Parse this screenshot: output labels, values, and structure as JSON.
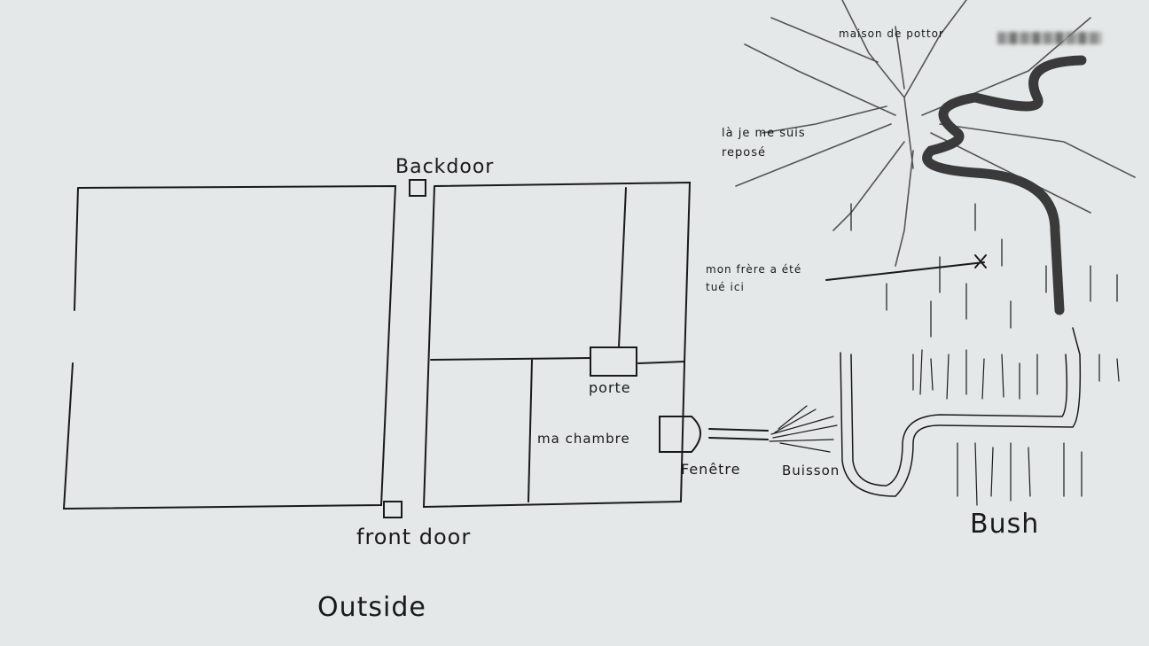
{
  "labels": {
    "backdoor": "Backdoor",
    "front_door": "front door",
    "outside": "Outside",
    "porte": "porte",
    "ma_chambre": "ma chambre",
    "fenetre": "Fenêtre",
    "buisson": "Buisson",
    "bush": "Bush",
    "maison": "maison de pottor",
    "repose": "là je me suis reposé",
    "frere": "mon frère a été tué ici"
  },
  "colors": {
    "ink": "#1a1a1a",
    "paper": "#e5e8e8",
    "river": "#3a3a3a"
  }
}
